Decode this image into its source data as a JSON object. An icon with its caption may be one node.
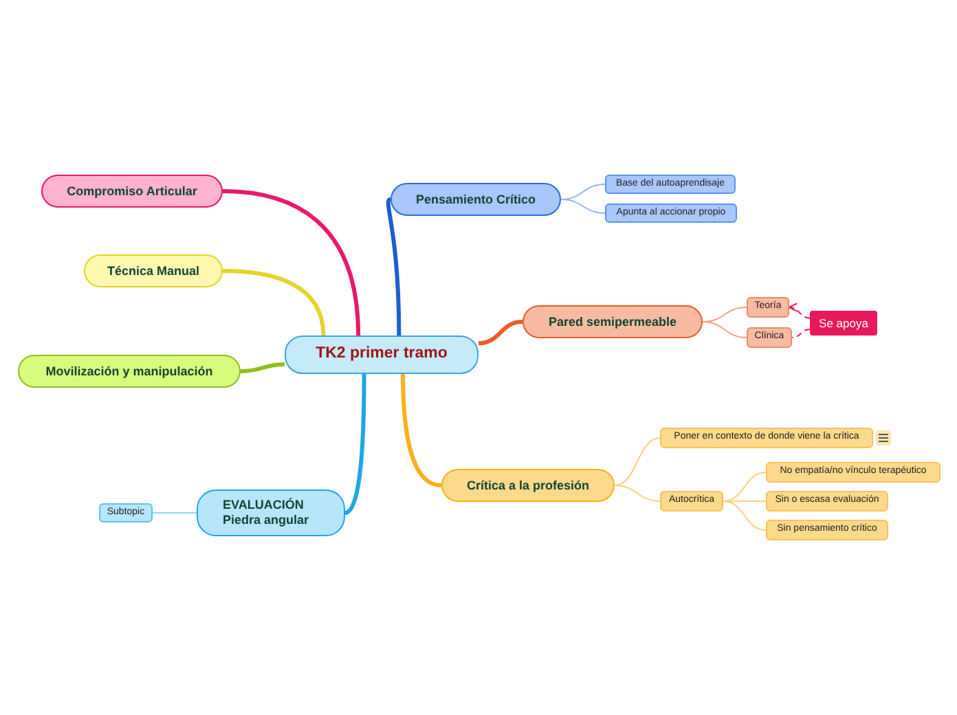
{
  "diagram": {
    "nodes": [
      {
        "text": [
          "TK2 primer tramo"
        ]
      },
      {
        "text": [
          "Compromiso Articular"
        ]
      },
      {
        "text": [
          "Técnica Manual"
        ]
      },
      {
        "text": [
          "Movilización y manipulación"
        ]
      },
      {
        "text": [
          "EVALUACIÓN Piedra angular"
        ]
      },
      {
        "text": [
          "Subtopic"
        ]
      },
      {
        "text": [
          "Pensamiento Crítico"
        ]
      },
      {
        "text": [
          "Base del autoaprendisaje"
        ]
      },
      {
        "text": [
          "Apunta al accionar propio"
        ]
      },
      {
        "text": [
          "Pared semipermeable"
        ]
      },
      {
        "text": [
          "Teoría"
        ]
      },
      {
        "text": [
          "Clínica"
        ]
      },
      {
        "text": [
          "Se apoya"
        ]
      },
      {
        "text": [
          "Crítica a la profesión"
        ]
      },
      {
        "text": [
          "Poner en contexto de donde viene la crítica"
        ]
      },
      {
        "text": [
          "Autocrítica"
        ]
      },
      {
        "text": [
          "No empatía/no vínculo terapéutico"
        ]
      },
      {
        "text": [
          "Sin o escasa evaluación"
        ]
      },
      {
        "text": [
          "Sin pensamiento crítico"
        ]
      }
    ],
    "edges": [
      {
        "from": 0,
        "to": 1,
        "arrow": "none",
        "color": "#e8196b",
        "style": "thick"
      },
      {
        "from": 0,
        "to": 2,
        "arrow": "none",
        "color": "#e5d42a",
        "style": "thick"
      },
      {
        "from": 0,
        "to": 3,
        "arrow": "none",
        "color": "#8fbf1d",
        "style": "thick"
      },
      {
        "from": 0,
        "to": 4,
        "arrow": "none",
        "color": "#1ca8e4",
        "style": "thick"
      },
      {
        "from": 4,
        "to": 5,
        "arrow": "none",
        "color": "#8ed6f5"
      },
      {
        "from": 0,
        "to": 6,
        "arrow": "none",
        "color": "#1a5fd0",
        "style": "thick"
      },
      {
        "from": 6,
        "to": 7,
        "arrow": "none",
        "color": "#8fb4f0"
      },
      {
        "from": 6,
        "to": 8,
        "arrow": "none",
        "color": "#8fb4f0"
      },
      {
        "from": 0,
        "to": 9,
        "arrow": "none",
        "color": "#ef5a28",
        "style": "thick"
      },
      {
        "from": 9,
        "to": 10,
        "arrow": "none",
        "color": "#f5a088"
      },
      {
        "from": 9,
        "to": 11,
        "arrow": "none",
        "color": "#f5a088"
      },
      {
        "from": 12,
        "to": 10,
        "arrow": "to",
        "color": "#e8185b",
        "style": "dashed"
      },
      {
        "from": 12,
        "to": 11,
        "arrow": "none",
        "color": "#e8185b",
        "style": "dashed"
      },
      {
        "from": 0,
        "to": 13,
        "arrow": "none",
        "color": "#f9b11a",
        "style": "thick"
      },
      {
        "from": 13,
        "to": 14,
        "arrow": "none",
        "color": "#fcd07a"
      },
      {
        "from": 13,
        "to": 15,
        "arrow": "none",
        "color": "#fcd07a"
      },
      {
        "from": 15,
        "to": 16,
        "arrow": "none",
        "color": "#fcd07a"
      },
      {
        "from": 15,
        "to": 17,
        "arrow": "none",
        "color": "#fcd07a"
      },
      {
        "from": 15,
        "to": 18,
        "arrow": "none",
        "color": "#fcd07a"
      }
    ]
  }
}
